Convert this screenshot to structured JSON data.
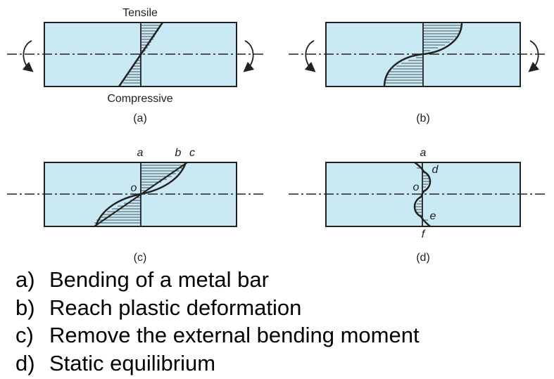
{
  "colors": {
    "bar_fill": "#c9e9f4",
    "stroke": "#222222"
  },
  "panel_a": {
    "top_label": "Tensile",
    "bottom_label": "Compressive",
    "caption": "(a)"
  },
  "panel_b": {
    "caption": "(b)"
  },
  "panel_c": {
    "point_a": "a",
    "point_b": "b",
    "point_c": "c",
    "point_o": "o",
    "caption": "(c)"
  },
  "panel_d": {
    "point_a": "a",
    "point_d": "d",
    "point_o": "o",
    "point_e": "e",
    "point_f": "f",
    "caption": "(d)"
  },
  "steps": [
    {
      "key": "a)",
      "text": "Bending of a metal bar"
    },
    {
      "key": "b)",
      "text": "Reach plastic deformation"
    },
    {
      "key": "c)",
      "text": "Remove the external bending moment"
    },
    {
      "key": "d)",
      "text": "Static equilibrium"
    }
  ]
}
